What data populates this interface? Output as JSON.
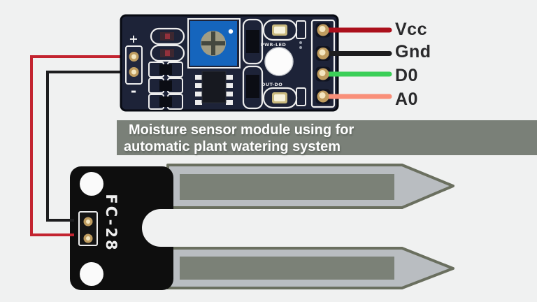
{
  "caption": {
    "line1": "Moisture sensor module using for",
    "line2": "automatic plant watering system"
  },
  "module": {
    "plus": "+",
    "minus": "-",
    "power_led_label": "PWR-LED",
    "output_led_label": "OUT-DO",
    "pins": [
      {
        "label": "Vcc",
        "wire_color": "#ab101c"
      },
      {
        "label": "Gnd",
        "wire_color": "#1d1d1f"
      },
      {
        "label": "D0",
        "wire_color": "#3bcf58"
      },
      {
        "label": "A0",
        "wire_color": "#f98f79"
      }
    ]
  },
  "probe": {
    "label": "FC-28"
  },
  "colors": {
    "background": "#f0f1f1",
    "pcb": "#1d2338",
    "banner": "#7a8078",
    "pot_blue": "#1565bd",
    "probe_fill": "#b9bdc1",
    "probe_trace": "#7b8177",
    "probe_edge": "#6a6f5f",
    "red_wire": "#c32430",
    "black_wire": "#1d1d1f",
    "silkscreen": "#ededed"
  }
}
